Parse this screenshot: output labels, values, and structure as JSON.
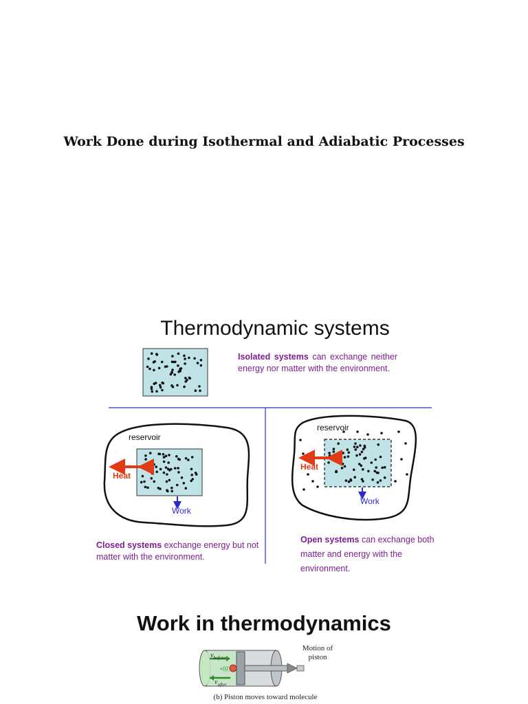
{
  "document": {
    "title": "Work Done during Isothermal and Adiabatic Processes"
  },
  "thermo_systems": {
    "heading": "Thermodynamic systems",
    "isolated": {
      "term": "Isolated systems",
      "text": " can exchange neither energy nor matter with the environment."
    },
    "closed": {
      "term": "Closed systems",
      "text": " exchange energy but not matter with the environment.",
      "reservoir_label": "reservoir",
      "heat_label": "Heat",
      "work_label": "Work"
    },
    "open": {
      "term": "Open systems",
      "text": " can exchange both matter and energy with the environment.",
      "reservoir_label": "reservoir",
      "heat_label": "Heat",
      "work_label": "Work"
    },
    "colors": {
      "box_fill": "#bfe3e6",
      "description": "#7b1f8e",
      "divider": "#2b2bd6",
      "heat_arrow": "#e03a17",
      "work_arrow": "#2a2ad0"
    }
  },
  "work_section": {
    "heading": "Work in thermodynamics",
    "figure": {
      "v_before": "v",
      "v_before_sub": "before",
      "v_after": "v",
      "v_after_sub": "after",
      "motion_label_line1": "Motion of",
      "motion_label_line2": "piston",
      "caption": "(b) Piston moves toward molecule"
    }
  }
}
